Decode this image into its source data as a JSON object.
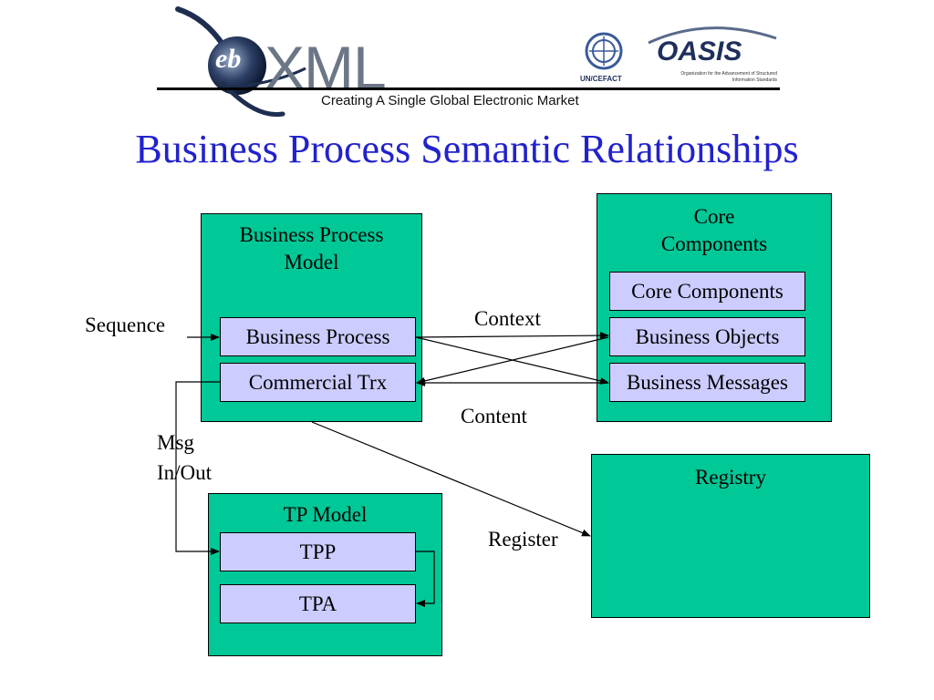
{
  "header": {
    "logo_text": "XML",
    "logo_prefix": "eb",
    "tagline": "Creating A Single Global Electronic Market",
    "partner_logo_uncefact": "UN/CEFACT",
    "partner_logo_oasis": "OASIS",
    "oasis_subtitle": "Organization for the Advancement of Structured Information Standards"
  },
  "title": "Business Process Semantic Relationships",
  "boxes": {
    "bpm": {
      "title": "Business Process Model",
      "items": [
        "Business Process",
        "Commercial Trx"
      ]
    },
    "core": {
      "title": "Core Components",
      "items": [
        "Core Components",
        "Business Objects",
        "Business Messages"
      ]
    },
    "tp": {
      "title": "TP Model",
      "items": [
        "TPP",
        "TPA"
      ]
    },
    "registry": {
      "title": "Registry"
    }
  },
  "labels": {
    "sequence": "Sequence",
    "context": "Context",
    "content": "Content",
    "msg": "Msg",
    "inout": "In/Out",
    "register": "Register"
  },
  "colors": {
    "title": "#2222cc",
    "box_green": "#00c896",
    "box_lavender": "#ccccff"
  }
}
